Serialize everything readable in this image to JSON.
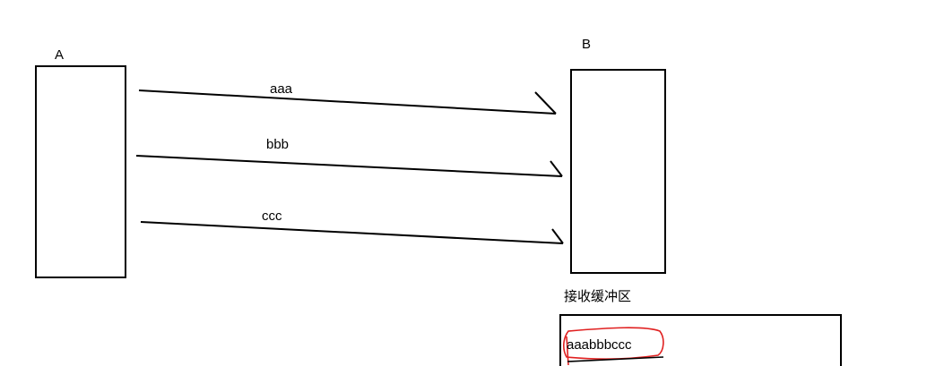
{
  "nodes": {
    "a": {
      "label": "A"
    },
    "b": {
      "label": "B"
    }
  },
  "messages": [
    {
      "label": "aaa"
    },
    {
      "label": "bbb"
    },
    {
      "label": "ccc"
    }
  ],
  "buffer": {
    "title": "接收缓冲区",
    "content": "aaabbbccc",
    "highlight_color": "#e02020"
  },
  "colors": {
    "stroke": "#000000",
    "background": "#ffffff"
  }
}
